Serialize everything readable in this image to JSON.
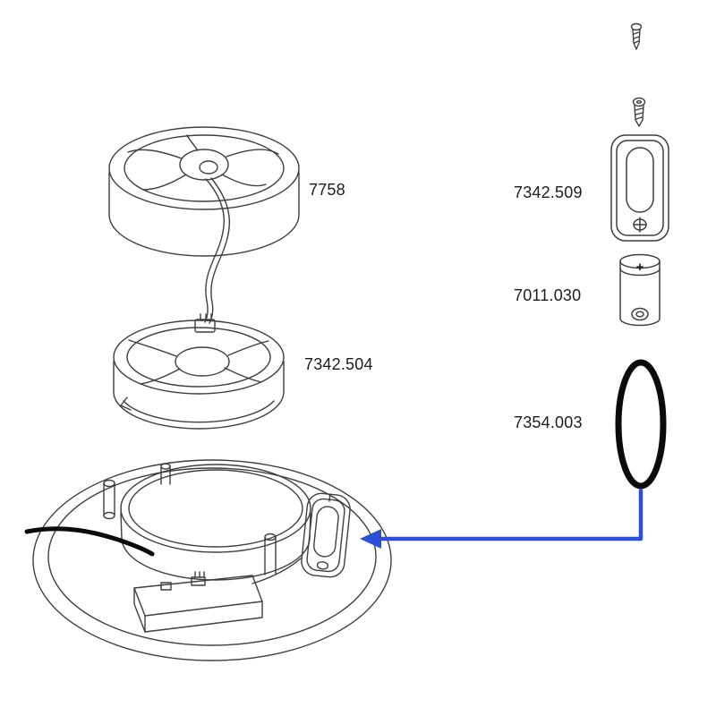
{
  "diagram": {
    "type": "exploded-parts-diagram",
    "parts": {
      "fan_housing": {
        "label": "7758"
      },
      "impeller": {
        "label": "7342.504"
      },
      "battery_holder": {
        "label": "7342.509"
      },
      "battery": {
        "label": "7011.030",
        "polarity": "+"
      },
      "o_ring": {
        "label": "7354.003"
      }
    },
    "colors": {
      "line": "#3f3f3f",
      "dark_line": "#0b0b0b",
      "arrow_blue": "#2a50d8",
      "background": "#ffffff",
      "label_text": "#1c1c1c"
    }
  }
}
